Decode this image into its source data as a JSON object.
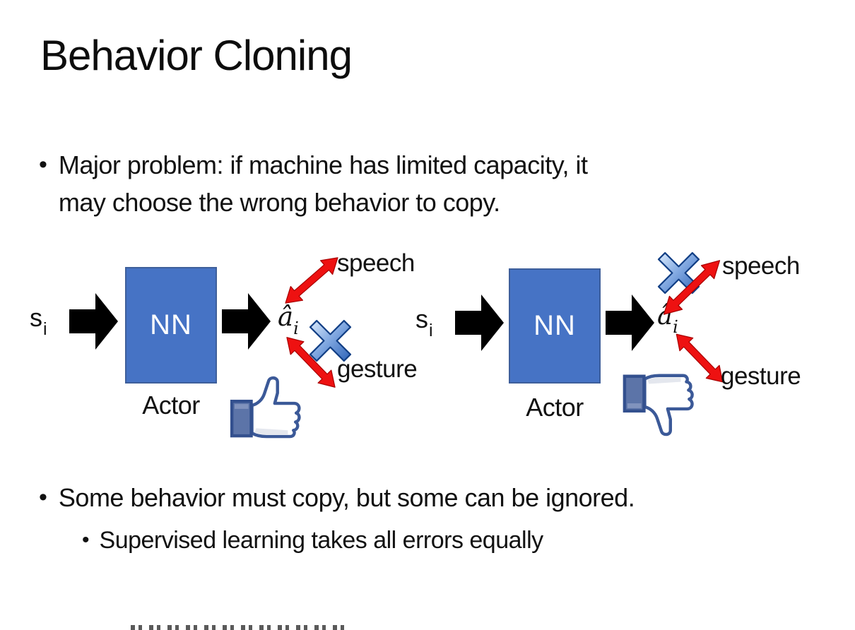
{
  "slide": {
    "title": "Behavior Cloning",
    "bullet_char": "•",
    "bullet1_line1": "Major problem: if machine has limited capacity, it",
    "bullet1_line2": "may choose the wrong behavior to copy.",
    "bullet2": "Some behavior must copy, but some can be ignored.",
    "bullet2_sub": "Supervised learning takes all errors equally"
  },
  "diagram_left": {
    "input_label": "s",
    "input_sub": "i",
    "box_label": "NN",
    "box_caption": "Actor",
    "output_label": "â",
    "output_sub": "i",
    "speech_label": "speech",
    "gesture_label": "gesture",
    "crossed_out_behavior": "gesture",
    "feedback_icon": "thumbs-up"
  },
  "diagram_right": {
    "input_label": "s",
    "input_sub": "i",
    "box_label": "NN",
    "box_caption": "Actor",
    "output_label": "â",
    "output_sub": "i",
    "speech_label": "speech",
    "gesture_label": "gesture",
    "crossed_out_behavior": "speech",
    "feedback_icon": "thumbs-down"
  },
  "icons": {
    "cross": "blue-cross-x-icon",
    "thumb_up": "thumbs-up-icon",
    "thumb_down": "thumbs-down-icon",
    "block_arrow": "black-block-arrow-icon",
    "double_arrow": "red-double-arrow-icon"
  },
  "colors": {
    "nn_box_fill": "#4673C5",
    "nn_box_border": "#3E5F9B",
    "black_arrow": "#000000",
    "red_arrow": "#EE1111",
    "cross_blue": "#4A7FD0",
    "thumb_outline": "#3B5998",
    "thumb_cuff": "#5C74A8",
    "text": "#111111",
    "background": "#FFFFFF"
  }
}
